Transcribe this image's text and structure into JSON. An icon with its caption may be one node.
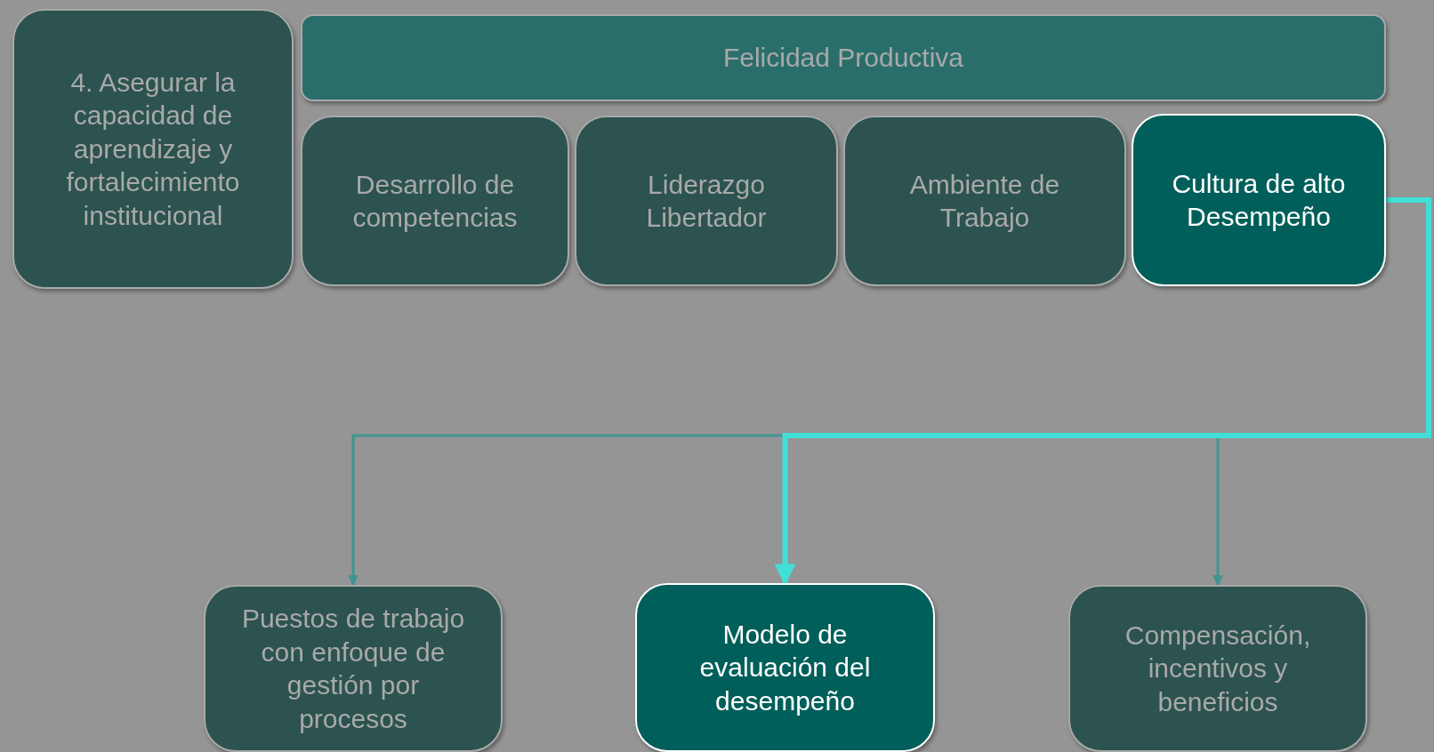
{
  "diagram": {
    "nodes": [
      {
        "text": [
          "4. Asegurar la capacidad de aprendizaje y fortalecimiento institucional"
        ]
      },
      {
        "text": [
          "Felicidad Productiva"
        ]
      },
      {
        "text": [
          "Desarrollo de competencias"
        ]
      },
      {
        "text": [
          "Liderazgo Libertador"
        ]
      },
      {
        "text": [
          "Ambiente de Trabajo"
        ]
      },
      {
        "text": [
          "Cultura de alto Desempeño"
        ]
      },
      {
        "text": [
          "Puestos de trabajo con enfoque de gestión por procesos"
        ]
      },
      {
        "text": [
          "Modelo de evaluación del desempeño"
        ]
      },
      {
        "text": [
          "Compensación, incentivos y beneficios"
        ]
      }
    ],
    "edges": [
      {
        "from": 5,
        "to": 6,
        "arrow": "to"
      },
      {
        "from": 5,
        "to": 8,
        "arrow": "to"
      },
      {
        "from": 5,
        "to": 7,
        "arrow": "to",
        "style": "thick",
        "color": "#40e0d8"
      }
    ]
  }
}
